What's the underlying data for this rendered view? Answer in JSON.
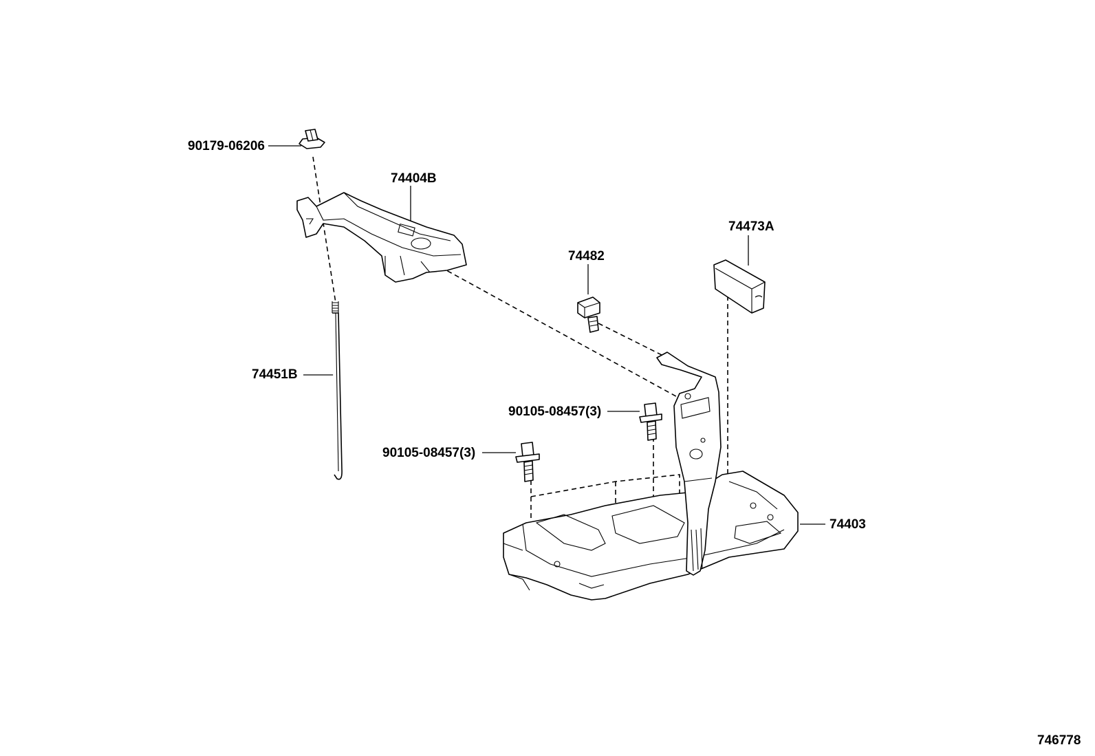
{
  "callouts": {
    "bolt_top": "90179-06206",
    "bracket_upper": "74404B",
    "rod": "74451B",
    "clamp": "74482",
    "pad": "74473A",
    "bolt_mid": "90105-08457(3)",
    "bolt_low": "90105-08457(3)",
    "tray": "74403"
  },
  "figure_id": "746778"
}
